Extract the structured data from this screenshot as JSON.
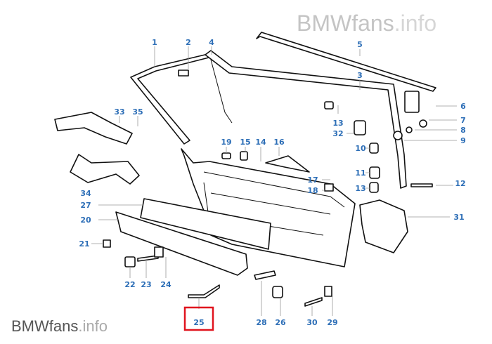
{
  "watermark_top": {
    "brand": "BMWfans",
    "suffix": ".info"
  },
  "watermark_bottom": {
    "brand": "BMWfans",
    "suffix": ".info"
  },
  "highlighted_part": "25",
  "colors": {
    "callout": "#2e6fb7",
    "highlight": "#e0141e",
    "watermark": "#bbbbbb"
  },
  "callouts": [
    "1",
    "2",
    "4",
    "5",
    "3",
    "6",
    "7",
    "8",
    "9",
    "33",
    "35",
    "13",
    "32",
    "10",
    "19",
    "15",
    "14",
    "16",
    "11",
    "12",
    "13",
    "17",
    "18",
    "34",
    "27",
    "20",
    "31",
    "21",
    "22",
    "23",
    "24",
    "25",
    "28",
    "26",
    "30",
    "29"
  ]
}
